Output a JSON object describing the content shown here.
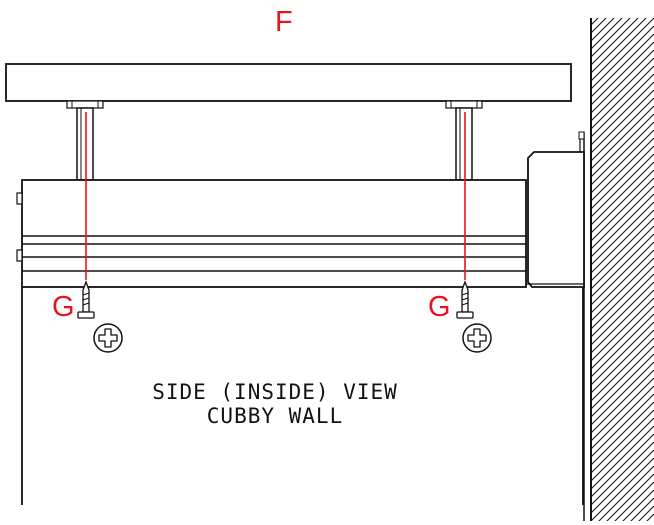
{
  "labels": {
    "top_label": "F",
    "left_screw_label": "G",
    "right_screw_label": "G"
  },
  "caption": {
    "line1": "SIDE (INSIDE) VIEW",
    "line2": "CUBBY WALL"
  },
  "colors": {
    "line": "#111111",
    "accent": "#e8131f",
    "background": "#ffffff"
  }
}
